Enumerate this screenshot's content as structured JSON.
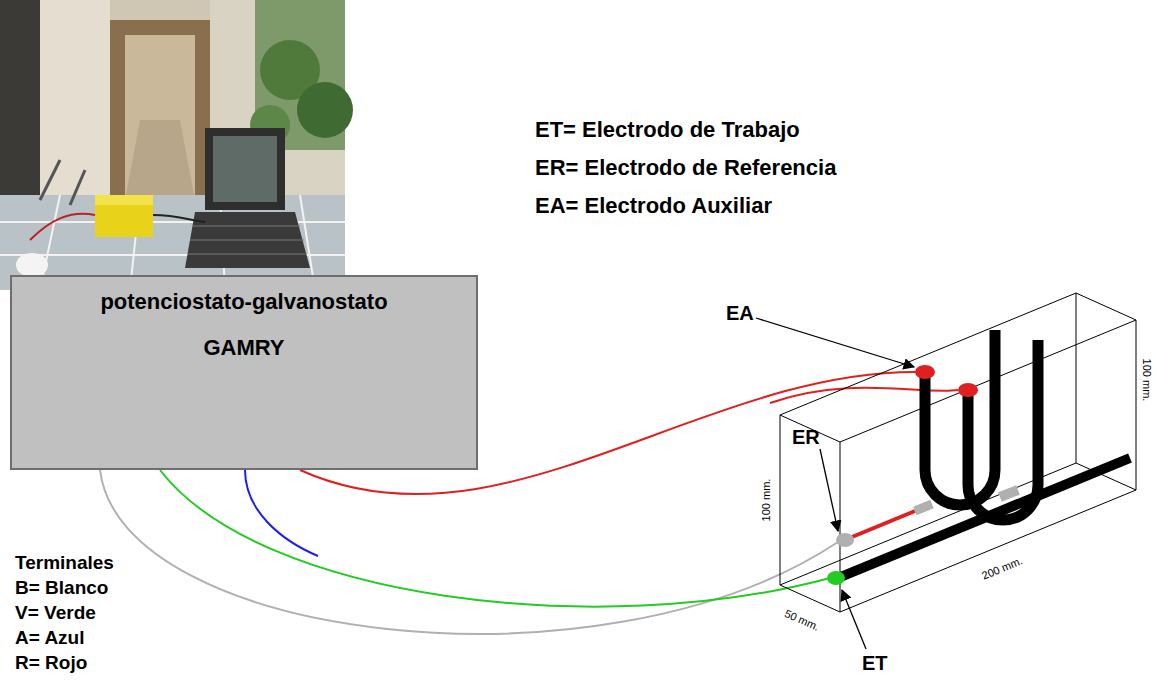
{
  "diagram": {
    "nodes": [
      {
        "text": [
          "potenciostato-galvanostato",
          "GAMRY"
        ]
      }
    ],
    "labels": [
      "ET= Electrodo de Trabajo",
      "ER= Electrodo de Referencia",
      "EA= Electrodo Auxiliar",
      "EA",
      "ER",
      "ET",
      "100 mm.",
      "200 mm.",
      "50 mm.",
      "100 mm.",
      "Terminales",
      "B= Blanco",
      "V= Verde",
      "A= Azul",
      "R= Rojo"
    ]
  }
}
